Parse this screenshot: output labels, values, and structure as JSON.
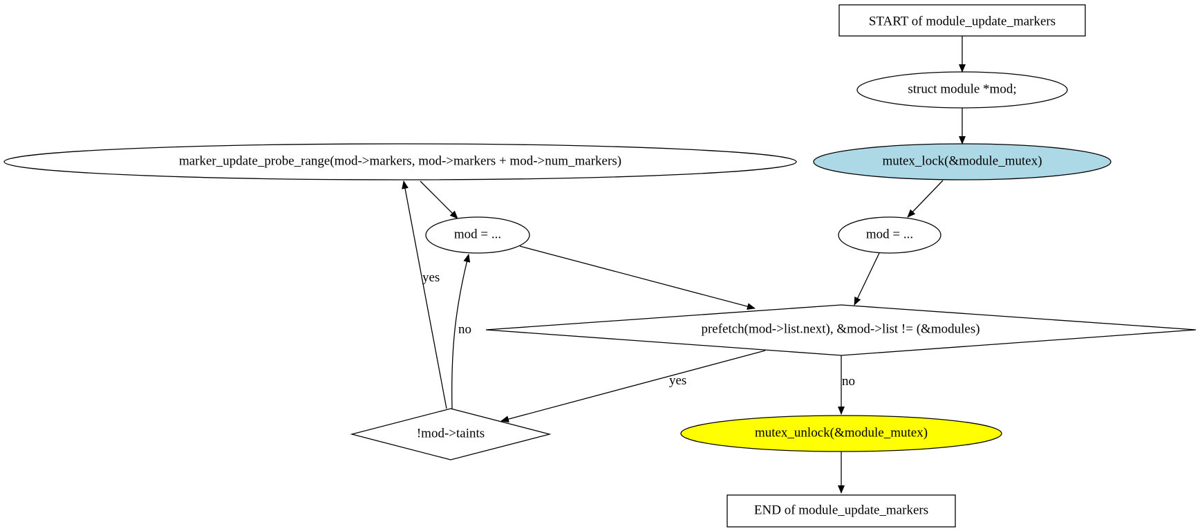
{
  "nodes": {
    "start": {
      "label": "START of module_update_markers",
      "shape": "box",
      "fill": "#ffffff"
    },
    "decl": {
      "label": "struct module *mod;",
      "shape": "ellipse",
      "fill": "#ffffff"
    },
    "lock": {
      "label": "mutex_lock(&module_mutex)",
      "shape": "ellipse",
      "fill": "#add8e6"
    },
    "init": {
      "label": "mod = ...",
      "shape": "ellipse",
      "fill": "#ffffff"
    },
    "cond": {
      "label": "prefetch(mod->list.next), &mod->list != (&modules)",
      "shape": "diamond",
      "fill": "#ffffff"
    },
    "taints": {
      "label": "!mod->taints",
      "shape": "diamond",
      "fill": "#ffffff"
    },
    "probe": {
      "label": "marker_update_probe_range(mod->markers, mod->markers + mod->num_markers)",
      "shape": "ellipse",
      "fill": "#ffffff"
    },
    "next": {
      "label": "mod = ...",
      "shape": "ellipse",
      "fill": "#ffffff"
    },
    "unlock": {
      "label": "mutex_unlock(&module_mutex)",
      "shape": "ellipse",
      "fill": "#ffff00"
    },
    "end": {
      "label": "END of module_update_markers",
      "shape": "box",
      "fill": "#ffffff"
    }
  },
  "edges": {
    "cond_yes": "yes",
    "cond_no": "no",
    "taints_yes": "yes",
    "taints_no": "no"
  }
}
